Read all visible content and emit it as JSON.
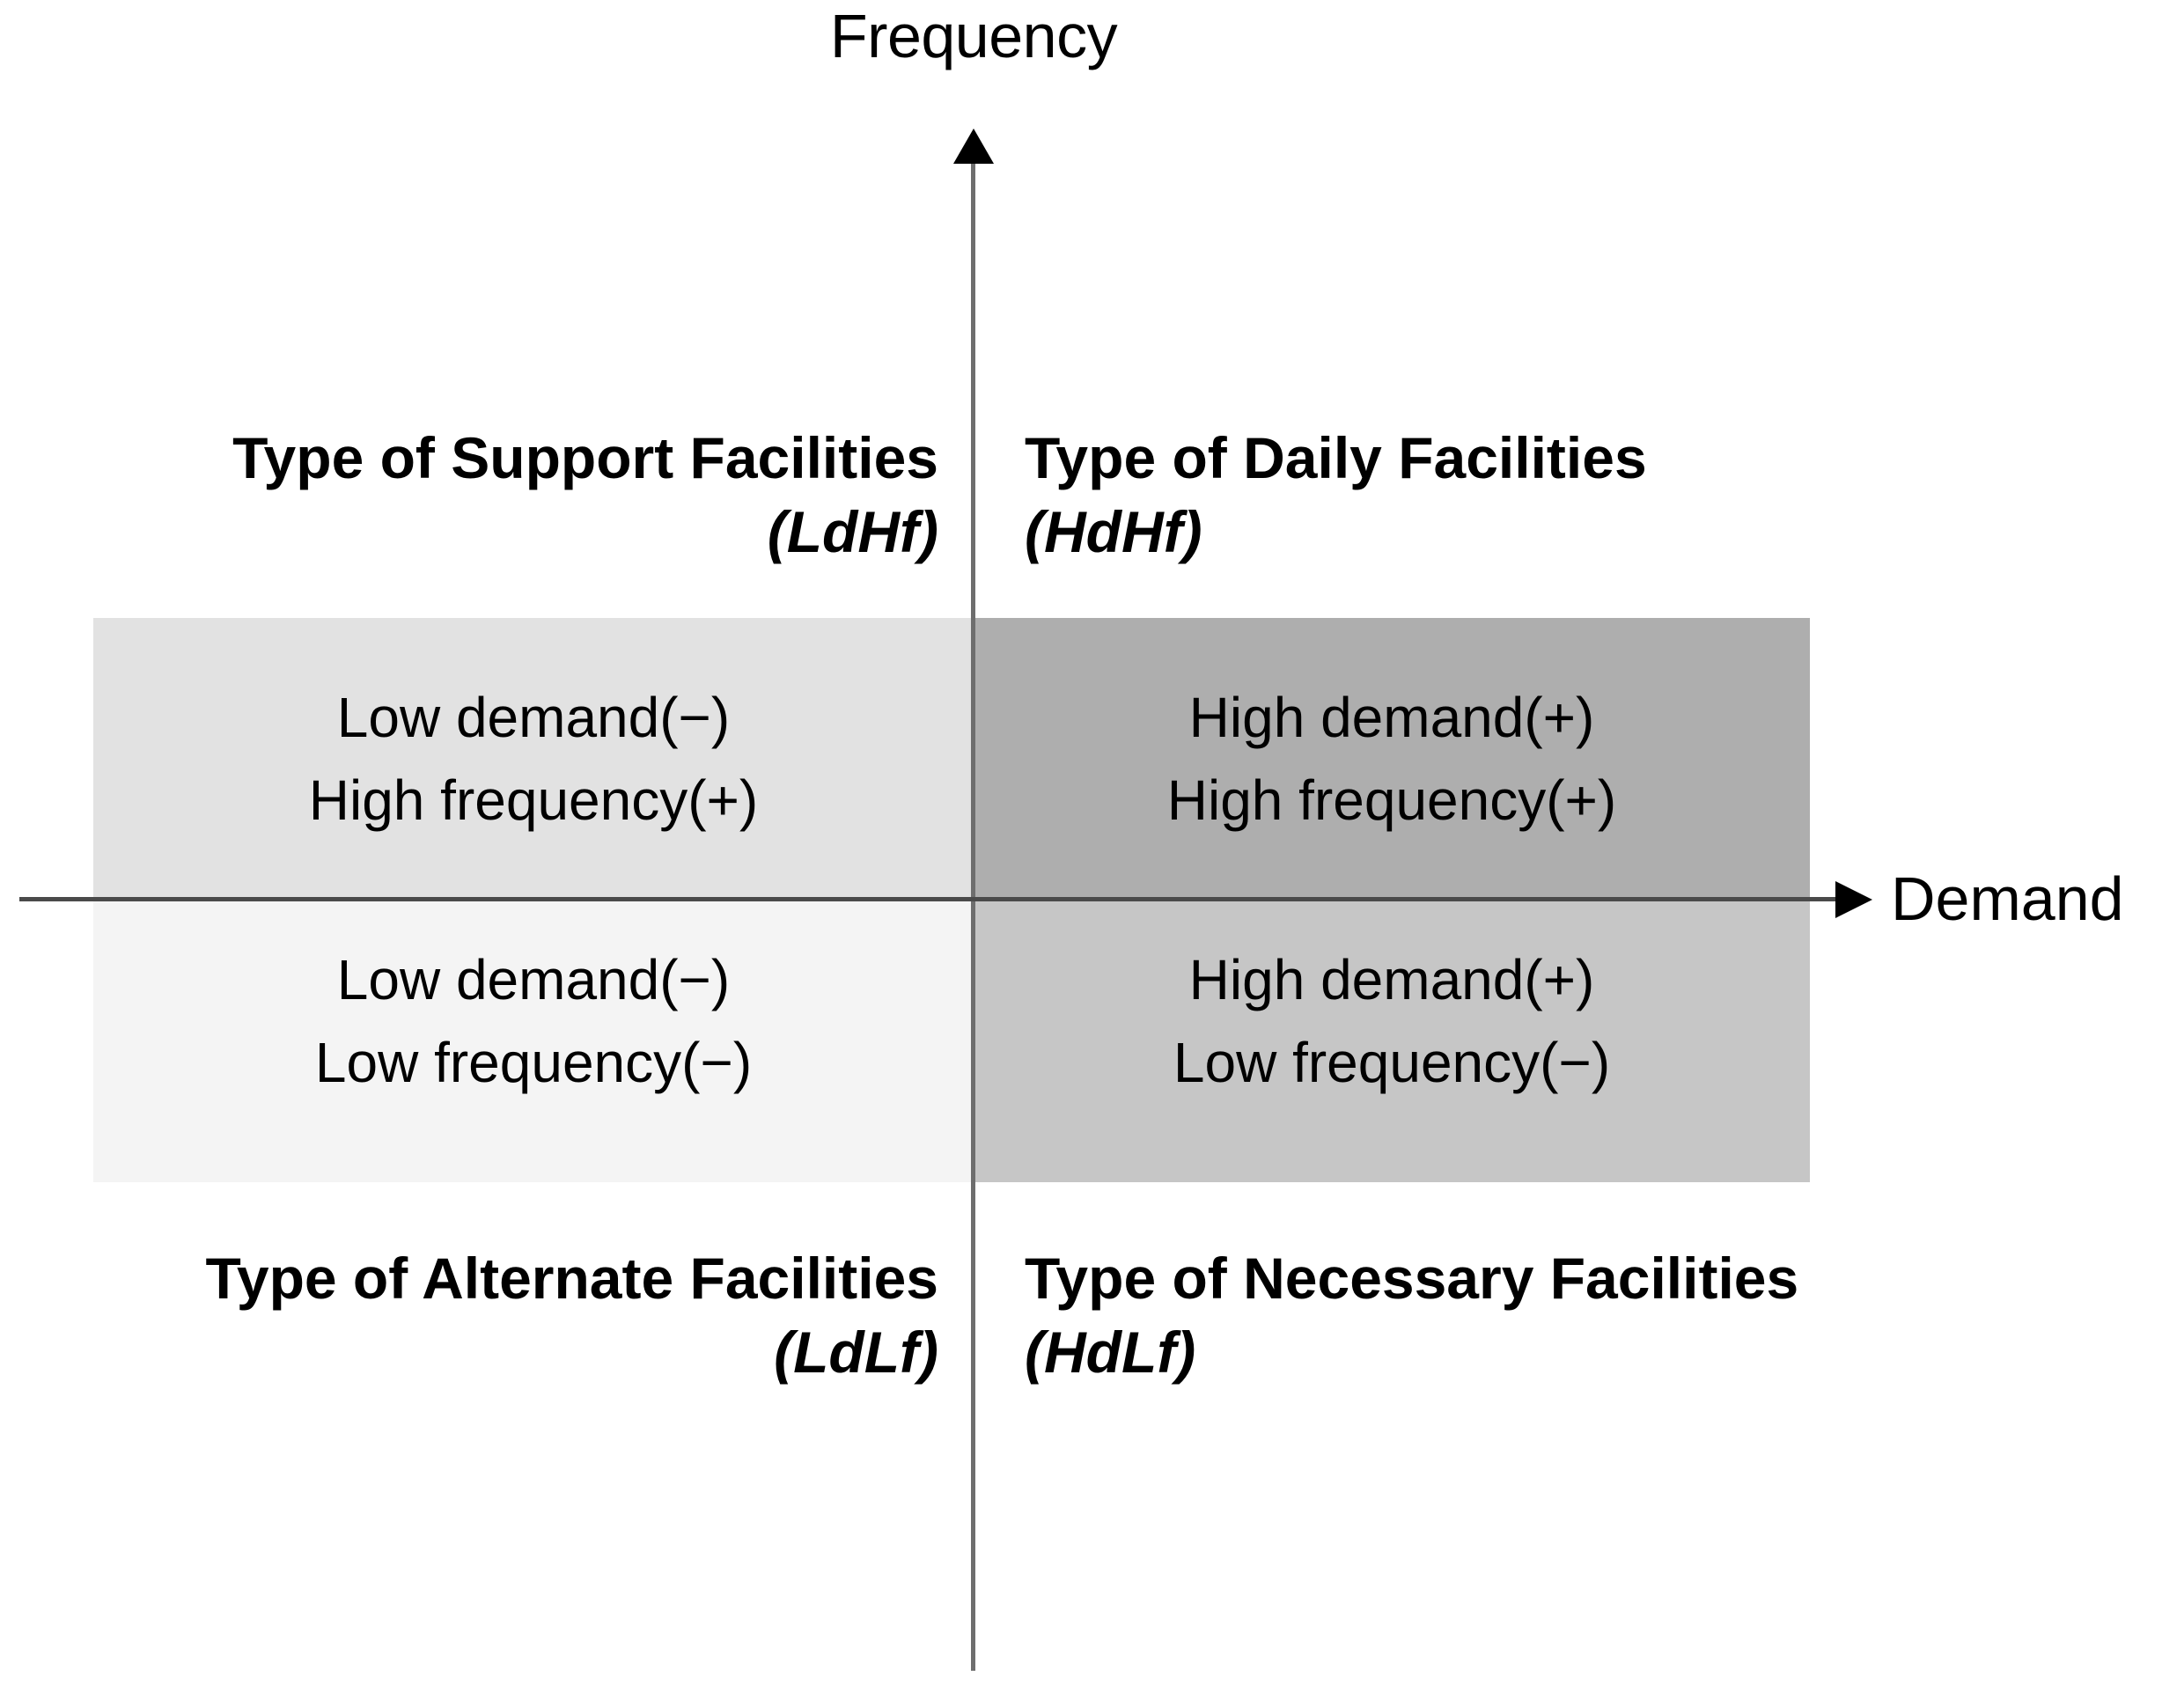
{
  "figure": {
    "type": "quadrant-diagram",
    "axes": {
      "y_label": "Frequency",
      "x_label": "Demand"
    },
    "quadrants": {
      "top_left": {
        "title": "Type of Support Facilities",
        "code": "(LdHf)",
        "line1": "Low demand(−)",
        "line2": "High frequency(+)",
        "fill": "#e2e2e2"
      },
      "top_right": {
        "title": "Type of Daily Facilities",
        "code": "(HdHf)",
        "line1": "High demand(+)",
        "line2": "High frequency(+)",
        "fill": "#aeaeae"
      },
      "bottom_left": {
        "title": "Type of Alternate Facilities",
        "code": "(LdLf)",
        "line1": "Low demand(−)",
        "line2": "Low frequency(−)",
        "fill": "#f4f4f4"
      },
      "bottom_right": {
        "title": "Type of Necessary Facilities",
        "code": "(HdLf)",
        "line1": "High demand(+)",
        "line2": "Low frequency(−)",
        "fill": "#c6c6c6"
      }
    }
  }
}
